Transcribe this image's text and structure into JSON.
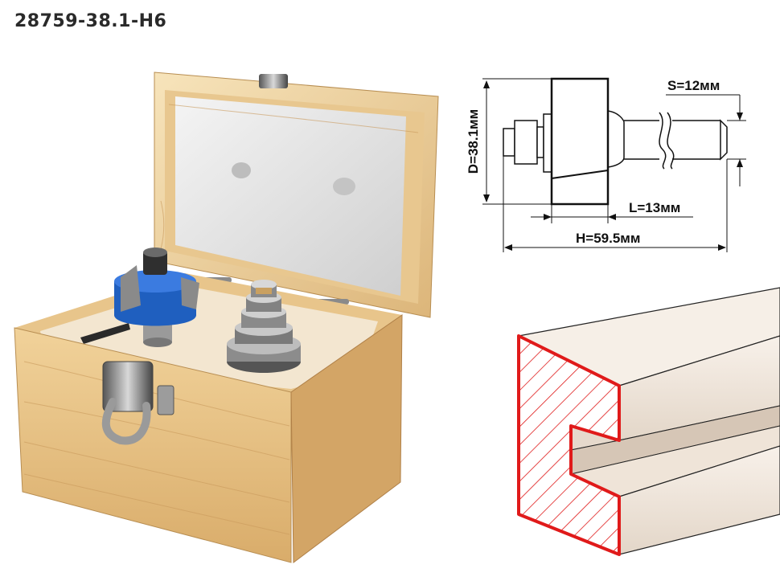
{
  "product": {
    "code": "28759-38.1-H6"
  },
  "dimensions": {
    "d_label": "D=38.1мм",
    "s_label": "S=12мм",
    "l_label": "L=13мм",
    "h_label": "H=59.5мм"
  },
  "colors": {
    "wood_light": "#f2d9a8",
    "wood_dark": "#d9b57a",
    "cutter_blue": "#1f5fbf",
    "profile_red": "#e01a1a",
    "board": "#f1e8de"
  }
}
